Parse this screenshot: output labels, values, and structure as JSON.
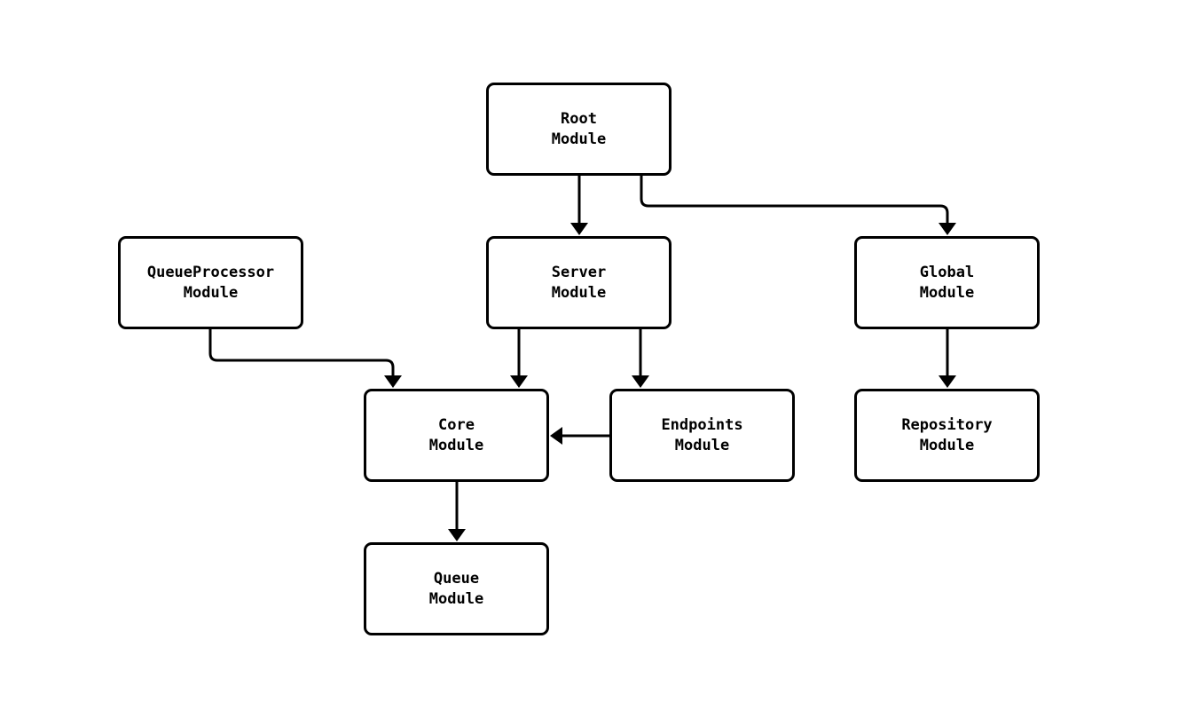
{
  "diagram": {
    "type": "module-dependency-flowchart",
    "background_color": "#ffffff",
    "node_border_color": "#000000",
    "node_fill_color": "#ffffff",
    "edge_color": "#000000",
    "text_color": "#000000"
  },
  "nodes": {
    "root": {
      "label": "Root\nModule"
    },
    "queueprocessor": {
      "label": "QueueProcessor\nModule"
    },
    "server": {
      "label": "Server\nModule"
    },
    "global": {
      "label": "Global\nModule"
    },
    "core": {
      "label": "Core\nModule"
    },
    "endpoints": {
      "label": "Endpoints\nModule"
    },
    "repository": {
      "label": "Repository\nModule"
    },
    "queue": {
      "label": "Queue\nModule"
    }
  },
  "edges": [
    {
      "from": "Root Module",
      "to": "Server Module"
    },
    {
      "from": "Root Module",
      "to": "Global Module"
    },
    {
      "from": "QueueProcessor Module",
      "to": "Core Module"
    },
    {
      "from": "Server Module",
      "to": "Core Module"
    },
    {
      "from": "Server Module",
      "to": "Endpoints Module"
    },
    {
      "from": "Endpoints Module",
      "to": "Core Module"
    },
    {
      "from": "Core Module",
      "to": "Queue Module"
    },
    {
      "from": "Global Module",
      "to": "Repository Module"
    }
  ]
}
